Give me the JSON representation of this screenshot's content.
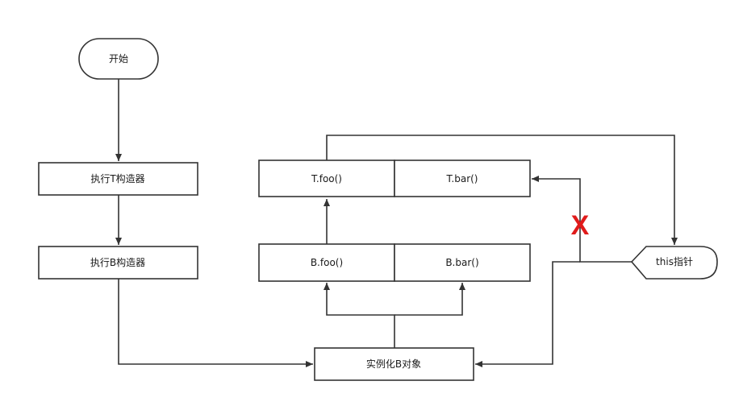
{
  "nodes": {
    "start": "开始",
    "exec_t": "执行T构造器",
    "exec_b": "执行B构造器",
    "t_foo": "T.foo()",
    "t_bar": "T.bar()",
    "b_foo": "B.foo()",
    "b_bar": "B.bar()",
    "instantiate": "实例化B对象",
    "this_pointer": "this指针"
  },
  "marks": {
    "blocked": "X"
  },
  "colors": {
    "stroke": "#333333",
    "blocked": "#e01b1b"
  }
}
